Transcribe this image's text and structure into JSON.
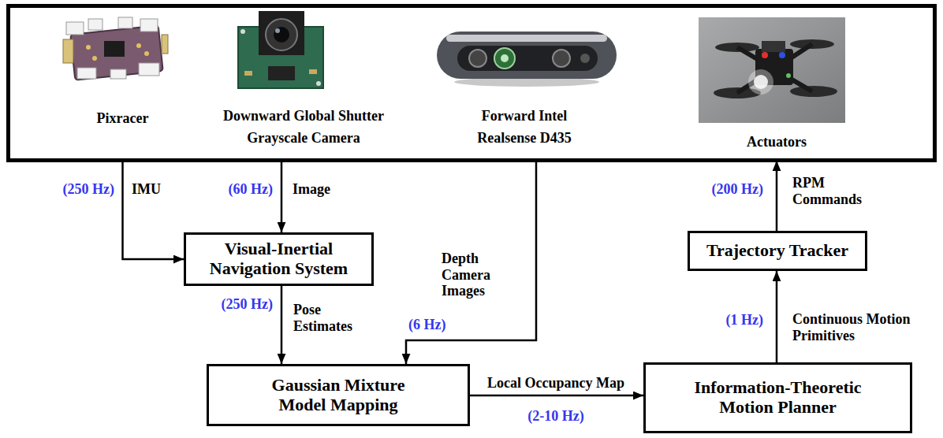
{
  "diagram": {
    "nodes": [
      {
        "text": [
          "Pixracer"
        ]
      },
      {
        "text": [
          "Downward Global Shutter Grayscale Camera"
        ]
      },
      {
        "text": [
          "Forward Intel Realsense D435"
        ]
      },
      {
        "text": [
          "Actuators"
        ]
      },
      {
        "text": [
          "Visual-Inertial Navigation System"
        ]
      },
      {
        "text": [
          "Trajectory Tracker"
        ]
      },
      {
        "text": [
          "Gaussian Mixture Model Mapping"
        ]
      },
      {
        "text": [
          "Information-Theoretic Motion Planner"
        ]
      }
    ],
    "edges": [
      {
        "from": 0,
        "to": 4,
        "label": "IMU",
        "arrow": "to"
      },
      {
        "from": 1,
        "to": 4,
        "label": "Image",
        "arrow": "to"
      },
      {
        "from": 2,
        "to": 6,
        "label": "Depth Camera Images",
        "arrow": "to"
      },
      {
        "from": 4,
        "to": 6,
        "label": "Pose Estimates",
        "arrow": "to"
      },
      {
        "from": 6,
        "to": 7,
        "label": "Local Occupancy Map",
        "arrow": "to"
      },
      {
        "from": 7,
        "to": 5,
        "label": "Continuous Motion Primitives",
        "arrow": "to"
      },
      {
        "from": 5,
        "to": 3,
        "label": "RPM Commands",
        "arrow": "to"
      }
    ],
    "labels": [
      "(250 Hz)",
      "(60 Hz)",
      "(200 Hz)",
      "(250 Hz)",
      "(1 Hz)",
      "(6 Hz)",
      "(2-10 Hz)"
    ]
  }
}
